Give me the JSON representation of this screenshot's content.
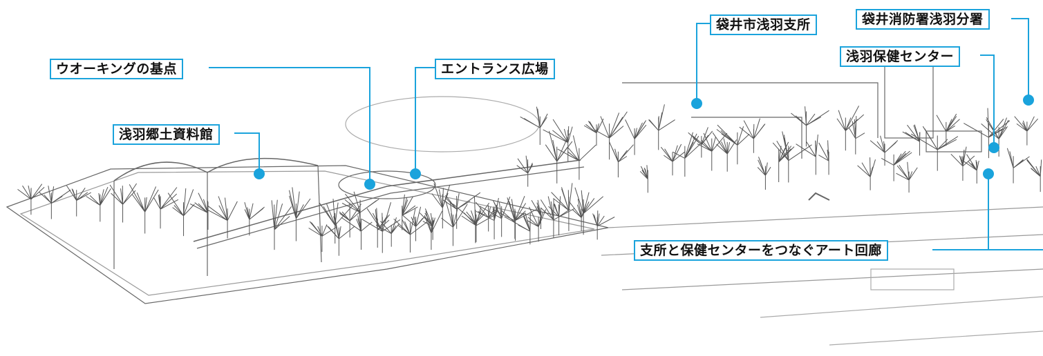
{
  "colors": {
    "accent": "#1aa3dc",
    "sketch": "#555555"
  },
  "labels": {
    "walking_base": "ウオーキングの基点",
    "entrance_plaza": "エントランス広場",
    "folk_museum": "浅羽郷土資料館",
    "branch_office": "袋井市浅羽支所",
    "fire_station": "袋井消防署浅羽分署",
    "health_center": "浅羽保健センター",
    "art_corridor": "支所と保健センターをつなぐアート回廊"
  }
}
